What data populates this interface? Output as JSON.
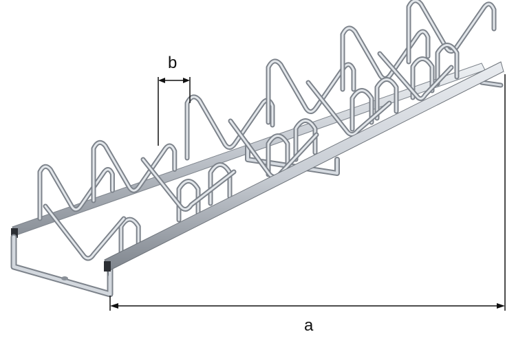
{
  "figure": {
    "type": "technical-dimension-drawing",
    "subject": "bicycle rack",
    "colors": {
      "metal_light": "#dfe3e8",
      "metal_mid": "#b4bac2",
      "metal_dark": "#7d838b",
      "tube_shadow": "#6b7178",
      "dimension_line": "#111111",
      "background": "#ffffff"
    }
  },
  "dimensions": {
    "a": {
      "label": "a"
    },
    "b": {
      "label": "b"
    }
  }
}
